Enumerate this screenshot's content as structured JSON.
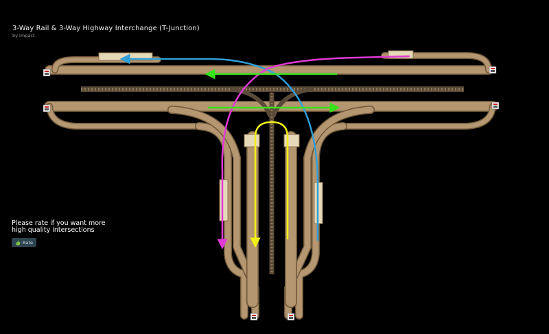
{
  "header": {
    "title": "3-Way Rail & 3-Way Highway Interchange (T-Junction)",
    "author": "by Impact"
  },
  "rate_prompt": {
    "text": "Please rate if you want more high quality intersections",
    "button_label": "Rate",
    "button_icon": "thumbs-up-icon"
  },
  "colors": {
    "background": "#000000",
    "road": "#b49670",
    "road_edge": "#6e5738",
    "rail": "#7a6650",
    "route_blue": "#2f9fd8",
    "route_magenta": "#e13ad7",
    "route_green": "#37e21b",
    "route_yellow": "#f2ef17"
  },
  "routes": [
    {
      "id": "blue",
      "color_key": "route_blue"
    },
    {
      "id": "magenta",
      "color_key": "route_magenta"
    },
    {
      "id": "green-west",
      "color_key": "route_green"
    },
    {
      "id": "green-east",
      "color_key": "route_green"
    },
    {
      "id": "yellow",
      "color_key": "route_yellow"
    }
  ],
  "map_edge_markers": [
    {
      "id": "west-upper",
      "icon": "road-end-icon"
    },
    {
      "id": "west-lower",
      "icon": "road-end-icon"
    },
    {
      "id": "east-upper",
      "icon": "road-end-icon"
    },
    {
      "id": "east-lower",
      "icon": "road-end-icon"
    },
    {
      "id": "south-left",
      "icon": "road-end-icon"
    },
    {
      "id": "south-right",
      "icon": "road-end-icon"
    }
  ]
}
